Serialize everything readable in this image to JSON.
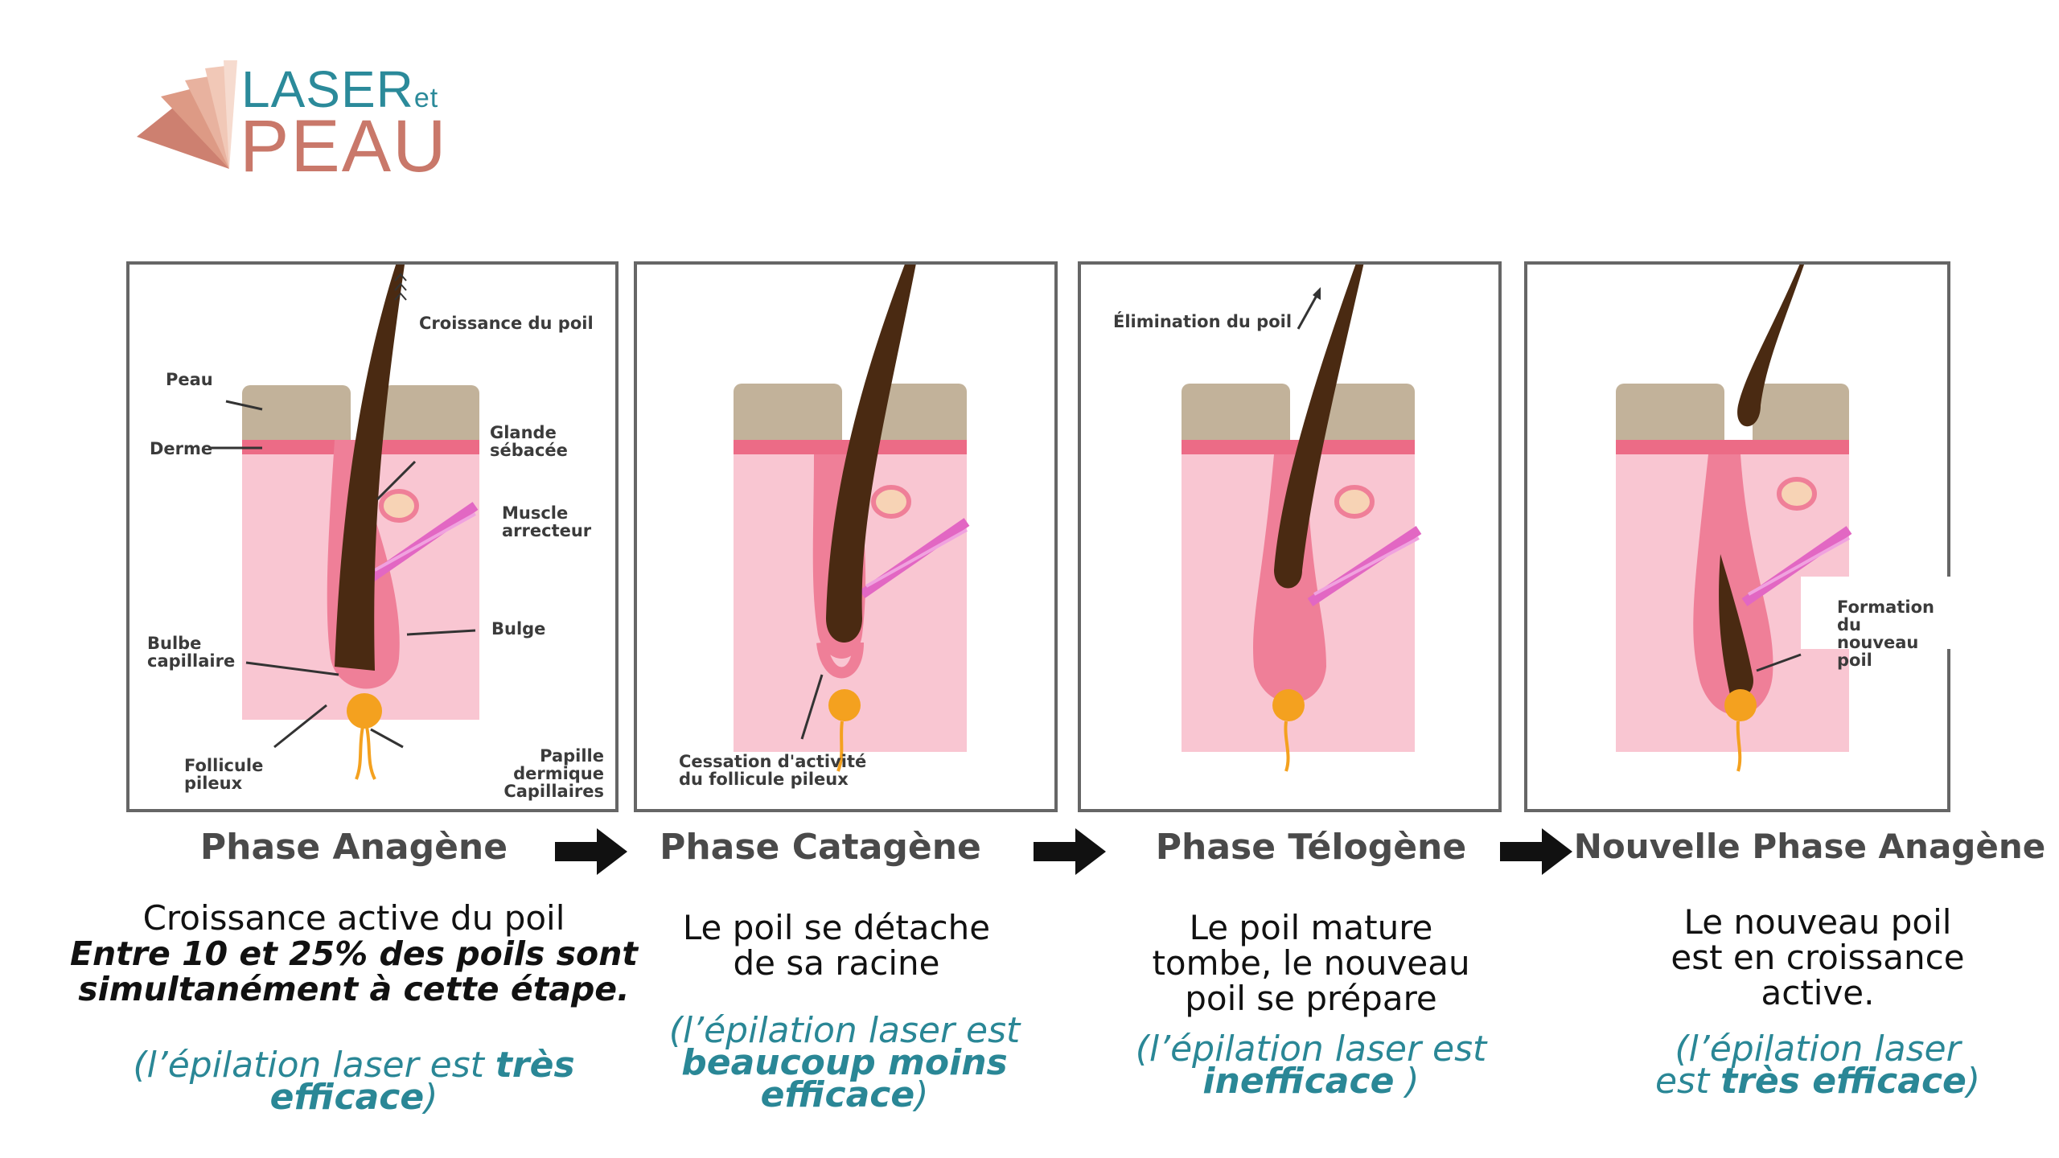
{
  "logo": {
    "word1": "LASER",
    "word1b": "et",
    "word2": "PEAU"
  },
  "panels": {
    "anagen": {
      "labels": {
        "croissance": "Croissance du poil",
        "peau": "Peau",
        "derme": "Derme",
        "glande1": "Glande",
        "glande2": "sébacée",
        "muscle1": "Muscle",
        "muscle2": "arrecteur",
        "bulge": "Bulge",
        "bulbe1": "Bulbe",
        "bulbe2": "capillaire",
        "follicule1": "Follicule",
        "follicule2": "pileux",
        "papille1": "Papille dermique",
        "papille2": "Capillaires"
      }
    },
    "catagen": {
      "labels": {
        "cessation1": "Cessation d'activité",
        "cessation2": "du follicule pileux"
      }
    },
    "telogen": {
      "labels": {
        "elimination": "Élimination du poil"
      }
    },
    "new_anagen": {
      "labels": {
        "formation1": "Formation du",
        "formation2": "nouveau poil"
      }
    }
  },
  "phases": [
    {
      "title": "Phase Anagène"
    },
    {
      "title": "Phase Catagène"
    },
    {
      "title": "Phase Télogène"
    },
    {
      "title": "Nouvelle Phase Anagène"
    }
  ],
  "descriptions": {
    "anagen": {
      "line1": "Croissance active du poil",
      "bold1": "Entre 10 et 25% des poils sont",
      "bold2": "simultanément à cette étape.",
      "eff_pre": "(l’épilation laser est ",
      "eff_bold": "très efficace",
      "eff_post": ")"
    },
    "catagen": {
      "line1": "Le poil se détache",
      "line2": "de sa racine",
      "eff_pre": "(l’épilation laser est",
      "eff_bold1": "beaucoup moins",
      "eff_bold2": "efficace",
      "eff_post": ")"
    },
    "telogen": {
      "line1": "Le poil mature",
      "line2": "tombe, le nouveau",
      "line3": "poil se prépare",
      "eff_pre": "(l’épilation laser est",
      "eff_bold": "inefficace",
      "eff_post": " )"
    },
    "new_anagen": {
      "line1": "Le nouveau poil",
      "line2": "est en croissance",
      "line3": "active.",
      "eff_pre": "(l’épilation laser",
      "eff_pre2": "est ",
      "eff_bold": "très efficace",
      "eff_post": ")"
    }
  },
  "colors": {
    "accent_teal": "#2a8796",
    "logo_salmon": "#c9786a",
    "skin_top": "#c2b29a",
    "derm_line": "#ec6b86",
    "tissue": "#f9c6d2",
    "follicle": "#ef7f98",
    "hair": "#4a2a12",
    "papilla": "#f4a11f",
    "muscle": "#e267c3"
  }
}
